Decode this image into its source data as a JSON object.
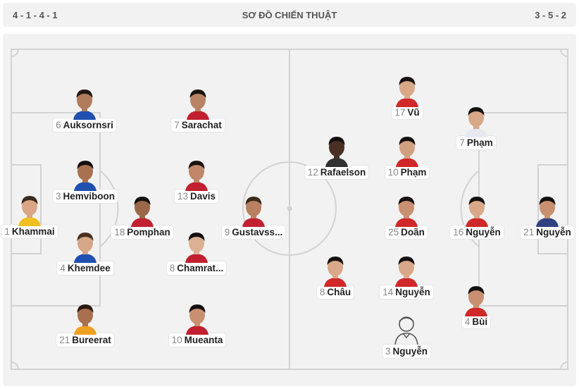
{
  "header": {
    "home_formation": "4 - 1 - 4 - 1",
    "title": "SƠ ĐỒ CHIẾN THUẬT",
    "away_formation": "3 - 5 - 2"
  },
  "colors": {
    "pitch": "#f2f2f2",
    "lines": "#d2d2d2",
    "label_bg": "#ffffff"
  },
  "home_players": [
    {
      "number": "1",
      "name": "Khammai",
      "skin": "#d9a785",
      "hair": "#3a2a1e",
      "kit": "#f0c020"
    },
    {
      "number": "6",
      "name": "Auksornsri",
      "skin": "#b07c5c",
      "hair": "#1e1712",
      "kit": "#2050b0"
    },
    {
      "number": "7",
      "name": "Sarachat",
      "skin": "#b88465",
      "hair": "#1b1410",
      "kit": "#c02030"
    },
    {
      "number": "3",
      "name": "Hemviboon",
      "skin": "#a87250",
      "hair": "#151010",
      "kit": "#2050b0"
    },
    {
      "number": "13",
      "name": "Davis",
      "skin": "#c08868",
      "hair": "#1b1410",
      "kit": "#c02030"
    },
    {
      "number": "18",
      "name": "Pomphan",
      "skin": "#9a6848",
      "hair": "#151010",
      "kit": "#c02030"
    },
    {
      "number": "9",
      "name": "Gustavss...",
      "skin": "#b88060",
      "hair": "#3a2a1e",
      "kit": "#c02030"
    },
    {
      "number": "4",
      "name": "Khemdee",
      "skin": "#d6a688",
      "hair": "#4a3020",
      "kit": "#2050b0"
    },
    {
      "number": "8",
      "name": "Chamrat...",
      "skin": "#dbb094",
      "hair": "#151010",
      "kit": "#c02030"
    },
    {
      "number": "21",
      "name": "Bureerat",
      "skin": "#a87050",
      "hair": "#2a1a10",
      "kit": "#f0a020"
    },
    {
      "number": "10",
      "name": "Mueanta",
      "skin": "#c89070",
      "hair": "#151010",
      "kit": "#c02030"
    }
  ],
  "away_players": [
    {
      "number": "17",
      "name": "Vũ",
      "skin": "#d8a888",
      "hair": "#151010",
      "kit": "#d02828"
    },
    {
      "number": "7",
      "name": "Phạm",
      "skin": "#d8a888",
      "hair": "#151010",
      "kit": "#e8e8f0"
    },
    {
      "number": "12",
      "name": "Rafaelson",
      "skin": "#4a3024",
      "hair": "#151010",
      "kit": "#303030"
    },
    {
      "number": "10",
      "name": "Phạm",
      "skin": "#d0a080",
      "hair": "#151010",
      "kit": "#d02828"
    },
    {
      "number": "25",
      "name": "Doãn",
      "skin": "#c89070",
      "hair": "#151010",
      "kit": "#d02828"
    },
    {
      "number": "16",
      "name": "Nguyễn",
      "skin": "#d8a888",
      "hair": "#151010",
      "kit": "#d02828"
    },
    {
      "number": "21",
      "name": "Nguyễn",
      "skin": "#c89070",
      "hair": "#151010",
      "kit": "#304080"
    },
    {
      "number": "8",
      "name": "Châu",
      "skin": "#d8a888",
      "hair": "#151010",
      "kit": "#d02828"
    },
    {
      "number": "14",
      "name": "Nguyễn",
      "skin": "#d8a888",
      "hair": "#151010",
      "kit": "#d02828"
    },
    {
      "number": "4",
      "name": "Bùi",
      "skin": "#c89070",
      "hair": "#151010",
      "kit": "#d02828"
    },
    {
      "number": "3",
      "name": "Nguyễn",
      "skin": "",
      "hair": "",
      "kit": "",
      "placeholder": true
    }
  ]
}
